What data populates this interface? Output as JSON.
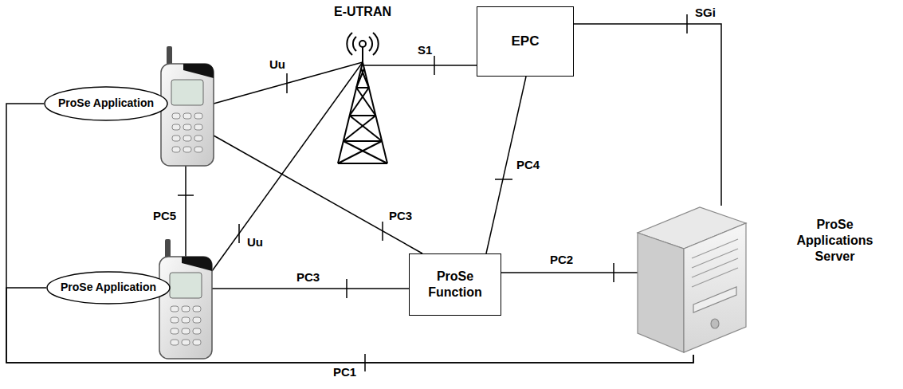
{
  "diagram": {
    "nodes": [
      {
        "text": [
          "ProSe Application"
        ]
      },
      {
        "text": [
          "E-UTRAN"
        ]
      },
      {
        "text": [
          "EPC"
        ]
      },
      {
        "text": [
          "ProSe Function"
        ]
      },
      {
        "text": [
          "ProSe Applications Server"
        ]
      },
      {
        "text": [
          "ProSe Application"
        ]
      }
    ],
    "edges": [
      {
        "from": 1,
        "to": 2,
        "label": "S1",
        "arrow": "none"
      },
      {
        "from": 2,
        "to": 4,
        "label": "SGi",
        "arrow": "none"
      },
      {
        "from": 2,
        "to": 3,
        "label": "PC4",
        "arrow": "none"
      },
      {
        "from": 3,
        "to": 4,
        "label": "PC2",
        "arrow": "none"
      },
      {
        "from": 0,
        "to": 4,
        "arrow": "none"
      },
      {
        "from": 5,
        "to": 4,
        "label": "PC1",
        "arrow": "none"
      }
    ],
    "labels": [
      "Uu",
      "PC3",
      "Uu",
      "PC5",
      "PC3"
    ]
  }
}
